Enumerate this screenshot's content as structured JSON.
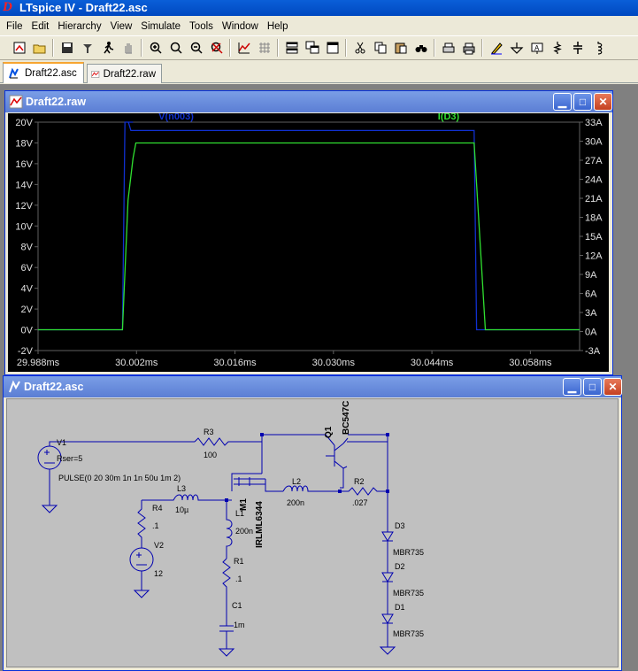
{
  "app": {
    "title": "LTspice IV - Draft22.asc",
    "logo_letter": "D"
  },
  "menu": [
    "File",
    "Edit",
    "Hierarchy",
    "View",
    "Simulate",
    "Tools",
    "Window",
    "Help"
  ],
  "toolbar": {
    "buttons": [
      "new-schematic-icon",
      "open-icon",
      "save-icon",
      "control-panel-icon",
      "run-icon",
      "halt-icon",
      "zoom-in-icon",
      "zoom-area-icon",
      "zoom-out-icon",
      "zoom-fit-icon",
      "autorange-icon",
      "grid-icon",
      "tile-icon",
      "cascade-icon",
      "close-icon",
      "cut-icon",
      "copy-icon",
      "paste-icon",
      "find-icon",
      "print-setup-icon",
      "print-icon",
      "draw-wire-icon",
      "ground-icon",
      "label-net-icon",
      "resistor-icon",
      "capacitor-icon",
      "inductor-icon"
    ]
  },
  "tabs": [
    {
      "label": "Draft22.asc",
      "active": true
    },
    {
      "label": "Draft22.raw",
      "active": false
    }
  ],
  "waveform_window": {
    "title": "Draft22.raw",
    "colors": {
      "v_trace": "#1030d0",
      "i_trace": "#30e030",
      "grid": "#606060",
      "axis_text": "#e0e0e0"
    },
    "chart_data": {
      "type": "line",
      "series": [
        {
          "name": "V(n003)",
          "color": "#1030d0",
          "x": [
            29.988,
            30.0,
            30.00035,
            30.0015,
            30.00085,
            30.0012,
            30.05,
            30.05035,
            30.065
          ],
          "y": [
            0,
            0,
            20,
            20,
            20,
            19.2,
            19.2,
            0,
            0
          ]
        },
        {
          "name": "I(D3)",
          "color": "#30e030",
          "x": [
            29.988,
            30.0,
            30.0008,
            30.0015,
            30.0019,
            30.05,
            30.0516,
            30.065
          ],
          "y": [
            0,
            0,
            12.5,
            16.5,
            18.0,
            18.0,
            0,
            0
          ]
        }
      ],
      "left_axis": {
        "ylim": [
          -2,
          20
        ],
        "ticks": [
          "-2V",
          "0V",
          "2V",
          "4V",
          "6V",
          "8V",
          "10V",
          "12V",
          "14V",
          "16V",
          "18V",
          "20V"
        ]
      },
      "right_axis": {
        "ylim": [
          -3,
          33
        ],
        "ticks": [
          "-3A",
          "0A",
          "3A",
          "6A",
          "9A",
          "12A",
          "15A",
          "18A",
          "21A",
          "24A",
          "27A",
          "30A",
          "33A"
        ]
      },
      "x_axis": {
        "xlim": [
          29.988,
          30.065
        ],
        "ticks": [
          "29.988ms",
          "30.002ms",
          "30.016ms",
          "30.030ms",
          "30.044ms",
          "30.058ms"
        ]
      },
      "grid": false
    }
  },
  "schematic_window": {
    "title": "Draft22.asc",
    "labels": {
      "v1": "V1",
      "rser": "Rser=5",
      "pulse": "PULSE(0 20 30m 1n 1n 50u 1m 2)",
      "r3": "R3",
      "r3v": "100",
      "q1": "Q1",
      "q1m": "BC547C",
      "l3": "L3",
      "l3v": "10µ",
      "r4": "R4",
      "r4v": ".1",
      "v2": "V2",
      "v2v": "12",
      "m1": "M1",
      "m1m": "IRLML6344",
      "l1": "L1",
      "l1v": "200n",
      "r1": "R1",
      "r1v": ".1",
      "c1": "C1",
      "c1v": "1m",
      "l2": "L2",
      "l2v": "200n",
      "r2": "R2",
      "r2v": ".027",
      "d3": "D3",
      "d3m": "MBR735",
      "d2": "D2",
      "d2m": "MBR735",
      "d1": "D1",
      "d1m": "MBR735"
    }
  }
}
